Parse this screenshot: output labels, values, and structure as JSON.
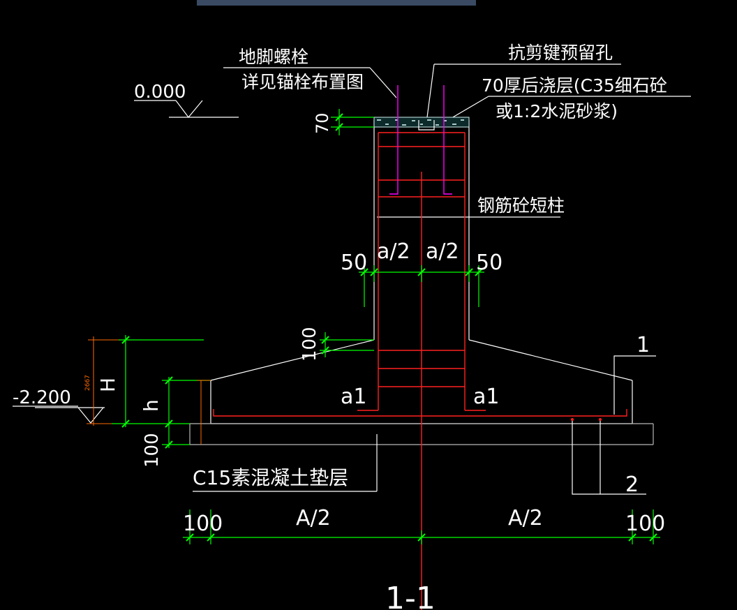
{
  "colors": {
    "background": "#000000",
    "outline": "#ffffff",
    "dimension": "#00ff00",
    "rebar": "#ff2020",
    "anchor_bolt": "#ff00ff",
    "small_dim": "#ff6a00",
    "cad_bar": "#3a4a63"
  },
  "labels": {
    "anchor_bolt": "地脚螺栓",
    "anchor_ref": "详见锚栓布置图",
    "shear_key": "抗剪键预留孔",
    "grout_1": "70厚后浇层(C35细石砼",
    "grout_2": "或1:2水泥砂浆)",
    "stub_column": "钢筋砼短柱",
    "cushion": "C15素混凝土垫层",
    "section_title": "1-1",
    "marker_1": "1",
    "marker_2": "2"
  },
  "elevations": {
    "top": "0.000",
    "bottom": "-2.200"
  },
  "dims": {
    "grout_70": "70",
    "side_50_left": "50",
    "side_50_right": "50",
    "half_a_left": "a/2",
    "half_a_right": "a/2",
    "haunch_100": "100",
    "a1_left": "a1",
    "a1_right": "a1",
    "big_H": "H",
    "small_h": "h",
    "H_value": "2667",
    "cushion_100": "100",
    "bottom_100_left": "100",
    "bottom_100_right": "100",
    "half_A_left": "A/2",
    "half_A_right": "A/2"
  }
}
